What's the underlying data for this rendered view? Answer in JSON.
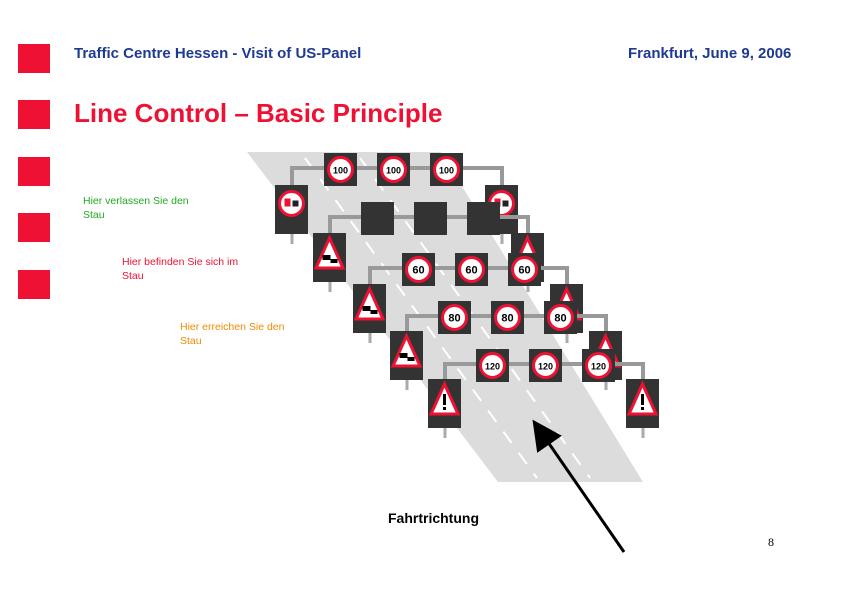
{
  "header": {
    "left": "Traffic Centre Hessen - Visit of US-Panel",
    "right": "Frankfurt, June 9, 2006"
  },
  "title": "Line Control – Basic Principle",
  "notes": {
    "exit": "Hier verlassen Sie den Stau",
    "in": "Hier befinden Sie sich im Stau",
    "reach": "Hier erreichen Sie den Stau"
  },
  "caption": "Fahrtrichtung",
  "page_number": "8",
  "colors": {
    "accent": "#ee1133",
    "header_text": "#1f3a93",
    "road": "#dcdcdc",
    "sign_panel": "#333333",
    "note_exit": "#22aa22",
    "note_in": "#ee1133",
    "note_reach": "#f08a00"
  },
  "gantries": [
    {
      "speed": "100",
      "warning": "no-overtaking-trucks"
    },
    {
      "speed": "",
      "warning": "traffic-jam"
    },
    {
      "speed": "60",
      "warning": "traffic-jam"
    },
    {
      "speed": "80",
      "warning": "traffic-jam"
    },
    {
      "speed": "120",
      "warning": "danger"
    }
  ]
}
